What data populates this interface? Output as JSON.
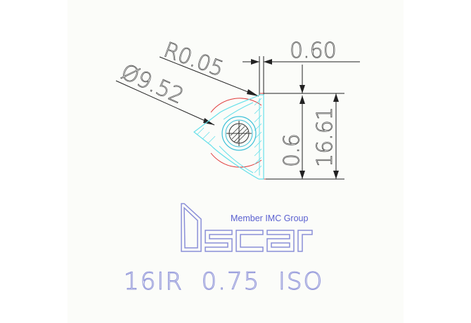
{
  "dimensions": {
    "radius": "R0.05",
    "diameter": "Ø9.52",
    "top_offset": "0.60",
    "vertical_small": "0.6",
    "vertical_total": "16.61"
  },
  "brand": {
    "logo": "iscar",
    "tagline": "Member IMC Group"
  },
  "title_block": {
    "designation": "16IR  0.75  ISO"
  },
  "colors": {
    "dimension_lines": "#222222",
    "dimension_text": "#555555",
    "insert_outline": "#66e0ea",
    "circle_red": "#e03a3a",
    "hole": "#3cc0d8",
    "logo": "#8a8fd8",
    "tagline": "#5a60d0"
  }
}
